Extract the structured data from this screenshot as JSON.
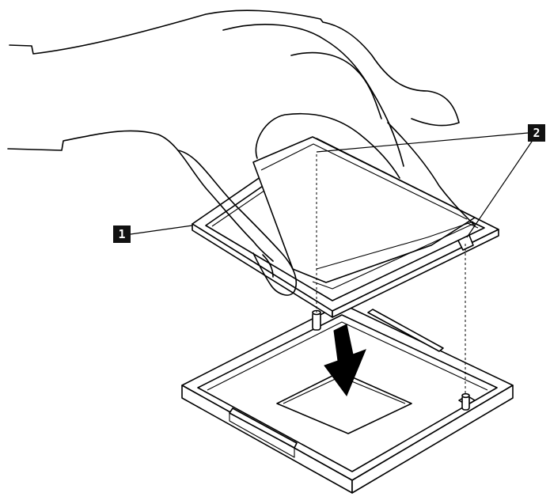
{
  "figure": {
    "callouts": [
      {
        "id": "1",
        "label": "1"
      },
      {
        "id": "2",
        "label": "2"
      }
    ],
    "colors": {
      "line": "#000000",
      "callout_fill": "#111111",
      "callout_text": "#ffffff",
      "background": "#ffffff"
    }
  }
}
